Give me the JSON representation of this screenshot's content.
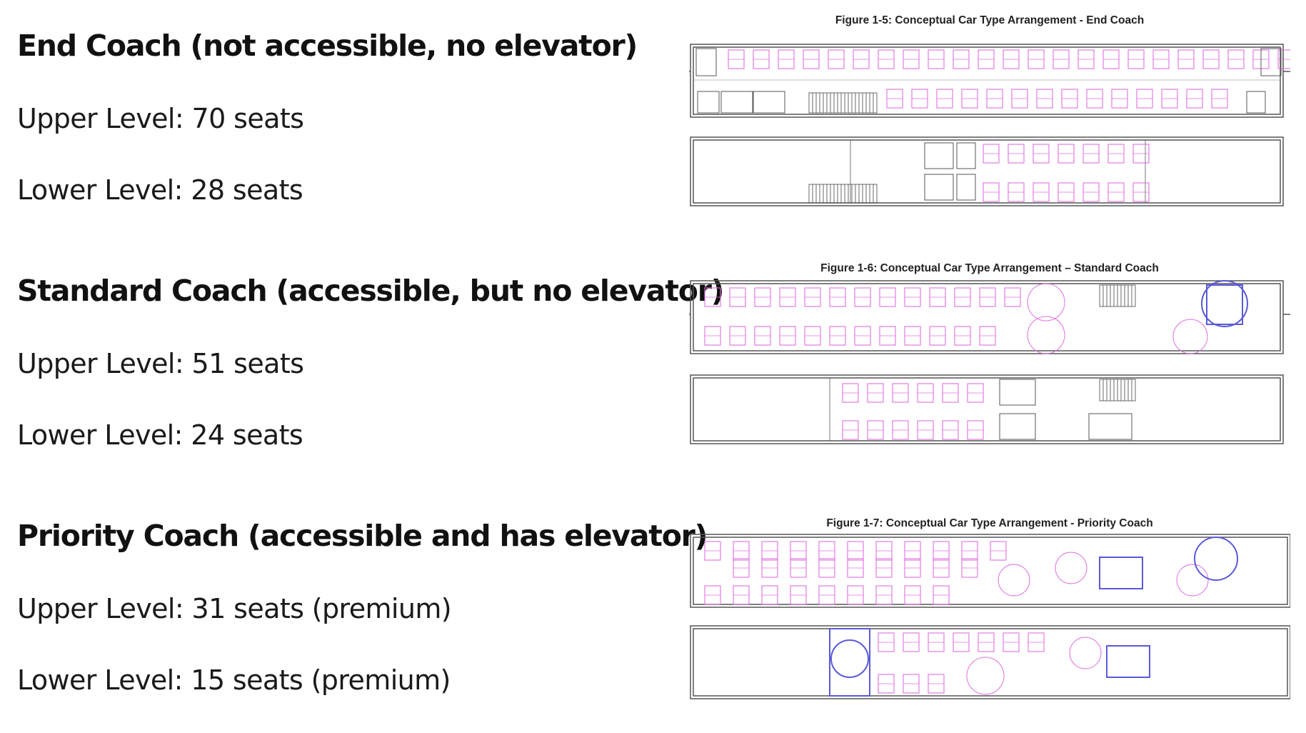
{
  "coaches": [
    {
      "heading": "End Coach (not accessible, no elevator)",
      "upper": "Upper Level: 70 seats",
      "lower": "Lower Level: 28 seats",
      "figure_caption": "Figure 1-5: Conceptual Car Type Arrangement - End Coach"
    },
    {
      "heading": "Standard Coach (accessible, but no elevator)",
      "upper": "Upper Level: 51 seats",
      "lower": "Lower Level: 24 seats",
      "figure_caption": "Figure 1-6: Conceptual Car Type Arrangement – Standard Coach"
    },
    {
      "heading": "Priority Coach (accessible and has elevator)",
      "upper": "Upper Level: 31 seats (premium)",
      "lower": "Lower Level: 15 seats (premium)",
      "figure_caption": "Figure 1-7: Conceptual Car Type Arrangement - Priority Coach"
    }
  ],
  "colors": {
    "seat": "#e070e0",
    "accessible": "#5a5ad8",
    "outline": "#555555"
  }
}
